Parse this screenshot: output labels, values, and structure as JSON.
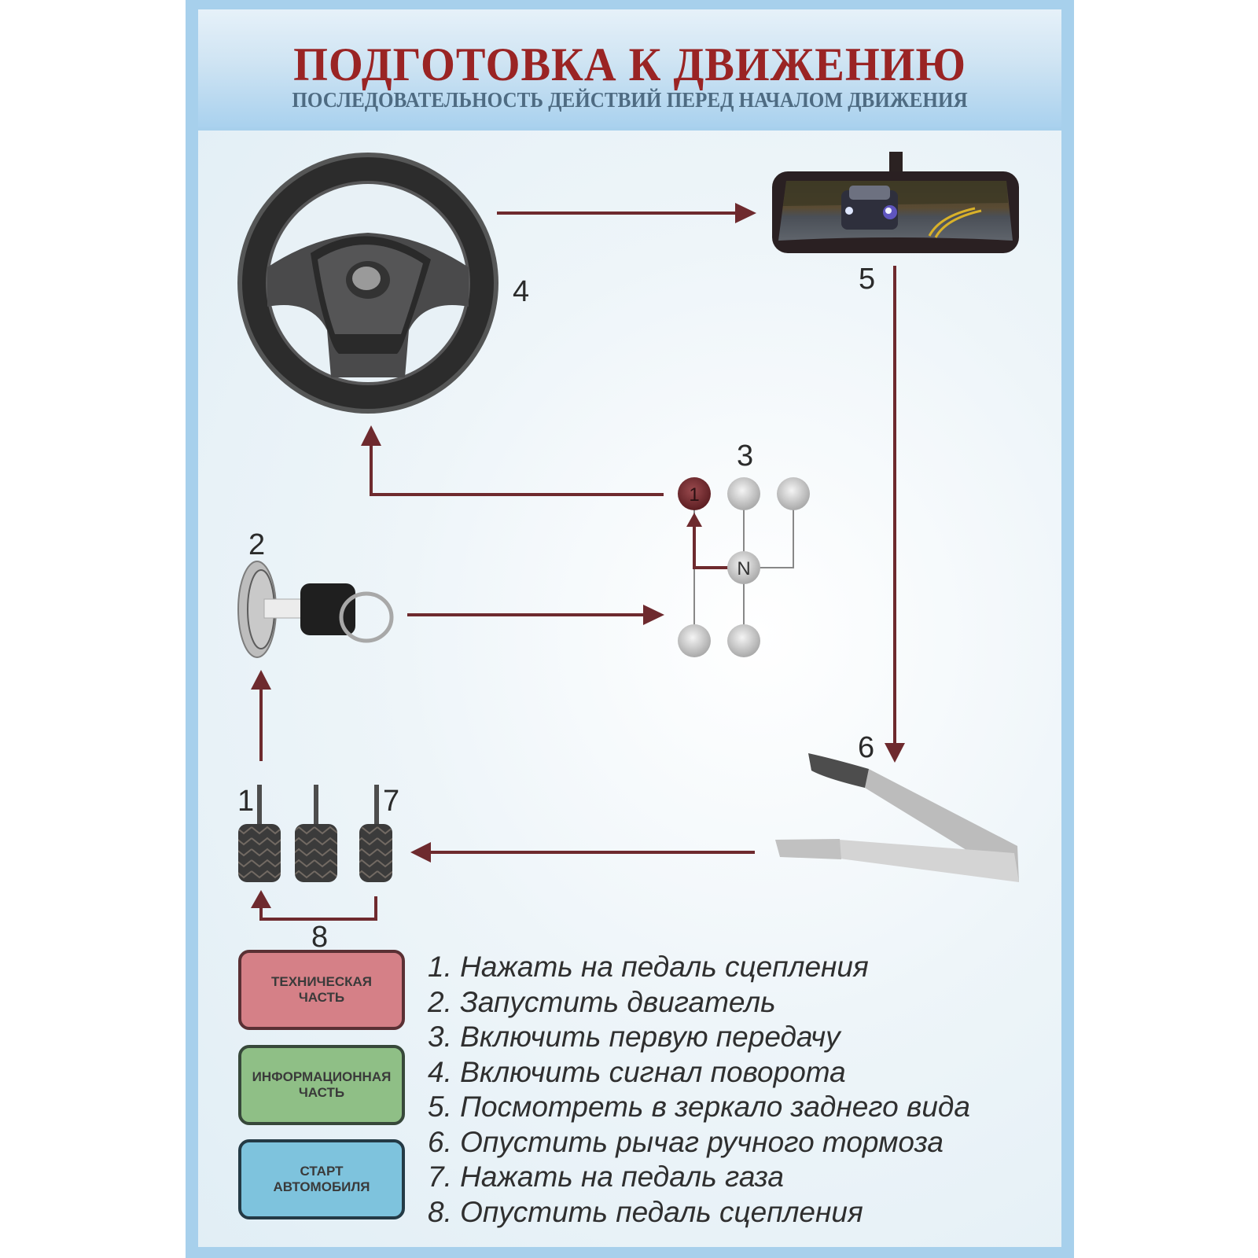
{
  "header": {
    "title": "ПОДГОТОВКА К ДВИЖЕНИЮ",
    "subtitle": "ПОСЛЕДОВАТЕЛЬНОСТЬ ДЕЙСТВИЙ ПЕРЕД НАЧАЛОМ ДВИЖЕНИЯ"
  },
  "diagram": {
    "labels": {
      "steering_wheel": "4",
      "mirror": "5",
      "gearbox": "3",
      "ignition": "2",
      "handbrake": "6",
      "pedal_clutch": "1",
      "pedal_gas": "7",
      "pedal_release": "8"
    },
    "gear_positions": {
      "first": "1",
      "neutral": "N"
    },
    "icons": [
      "steering-wheel-icon",
      "rearview-mirror-icon",
      "gear-shift-pattern-icon",
      "ignition-key-icon",
      "handbrake-lever-icon",
      "pedals-icon"
    ],
    "arrow_color": "#6e2a2e"
  },
  "legend": [
    {
      "label": "ТЕХНИЧЕСКАЯ ЧАСТЬ",
      "color": "#d58087"
    },
    {
      "label": "ИНФОРМАЦИОННАЯ ЧАСТЬ",
      "color": "#8fbf86"
    },
    {
      "label": "СТАРТ АВТОМОБИЛЯ",
      "color": "#7ec3dd"
    }
  ],
  "steps": [
    "1. Нажать на педаль сцепления",
    "2. Запустить двигатель",
    "3. Включить первую передачу",
    "4. Включить сигнал поворота",
    "5. Посмотреть в зеркало заднего вида",
    "6. Опустить рычаг ручного тормоза",
    "7. Нажать на педаль газа",
    "8. Опустить педаль сцепления"
  ]
}
